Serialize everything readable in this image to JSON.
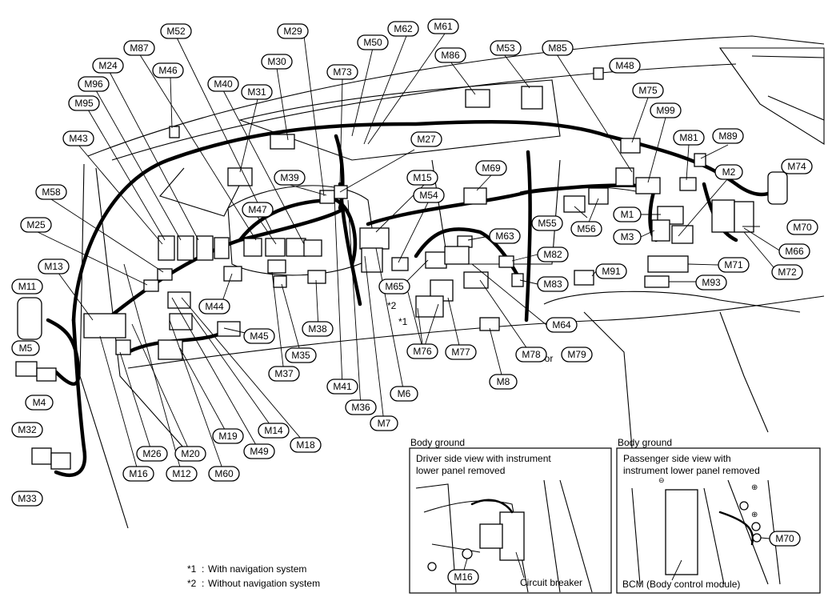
{
  "connectors": [
    {
      "id": "M52",
      "label": "M52"
    },
    {
      "id": "M29",
      "label": "M29"
    },
    {
      "id": "M50",
      "label": "M50"
    },
    {
      "id": "M62",
      "label": "M62"
    },
    {
      "id": "M61",
      "label": "M61"
    },
    {
      "id": "M53",
      "label": "M53"
    },
    {
      "id": "M85",
      "label": "M85"
    },
    {
      "id": "M87",
      "label": "M87"
    },
    {
      "id": "M30",
      "label": "M30"
    },
    {
      "id": "M86",
      "label": "M86"
    },
    {
      "id": "M48",
      "label": "M48"
    },
    {
      "id": "M24",
      "label": "M24"
    },
    {
      "id": "M46",
      "label": "M46"
    },
    {
      "id": "M73",
      "label": "M73"
    },
    {
      "id": "M96",
      "label": "M96"
    },
    {
      "id": "M40",
      "label": "M40"
    },
    {
      "id": "M31",
      "label": "M31"
    },
    {
      "id": "M75",
      "label": "M75"
    },
    {
      "id": "M95",
      "label": "M95"
    },
    {
      "id": "M99",
      "label": "M99"
    },
    {
      "id": "M43",
      "label": "M43"
    },
    {
      "id": "M27",
      "label": "M27"
    },
    {
      "id": "M81",
      "label": "M81"
    },
    {
      "id": "M89",
      "label": "M89"
    },
    {
      "id": "M69",
      "label": "M69"
    },
    {
      "id": "M74",
      "label": "M74"
    },
    {
      "id": "M15",
      "label": "M15"
    },
    {
      "id": "M39",
      "label": "M39"
    },
    {
      "id": "M2",
      "label": "M2"
    },
    {
      "id": "M58",
      "label": "M58"
    },
    {
      "id": "M54",
      "label": "M54"
    },
    {
      "id": "M47",
      "label": "M47"
    },
    {
      "id": "M55",
      "label": "M55"
    },
    {
      "id": "M56",
      "label": "M56"
    },
    {
      "id": "M1",
      "label": "M1"
    },
    {
      "id": "M25",
      "label": "M25"
    },
    {
      "id": "M70",
      "label": "M70"
    },
    {
      "id": "M3",
      "label": "M3"
    },
    {
      "id": "M63",
      "label": "M63"
    },
    {
      "id": "M66",
      "label": "M66"
    },
    {
      "id": "M13",
      "label": "M13"
    },
    {
      "id": "M82",
      "label": "M82"
    },
    {
      "id": "M71",
      "label": "M71"
    },
    {
      "id": "M72",
      "label": "M72"
    },
    {
      "id": "M11",
      "label": "M11"
    },
    {
      "id": "M65",
      "label": "M65"
    },
    {
      "id": "M91",
      "label": "M91"
    },
    {
      "id": "M93",
      "label": "M93"
    },
    {
      "id": "M44",
      "label": "M44"
    },
    {
      "id": "M83",
      "label": "M83"
    },
    {
      "id": "M64",
      "label": "M64"
    },
    {
      "id": "M45",
      "label": "M45"
    },
    {
      "id": "M38",
      "label": "M38"
    },
    {
      "id": "M5",
      "label": "M5"
    },
    {
      "id": "M35",
      "label": "M35"
    },
    {
      "id": "M76",
      "label": "M76"
    },
    {
      "id": "M77",
      "label": "M77"
    },
    {
      "id": "M78",
      "label": "M78"
    },
    {
      "id": "M79",
      "label": "M79"
    },
    {
      "id": "M37",
      "label": "M37"
    },
    {
      "id": "M4",
      "label": "M4"
    },
    {
      "id": "M41",
      "label": "M41"
    },
    {
      "id": "M8",
      "label": "M8"
    },
    {
      "id": "M6",
      "label": "M6"
    },
    {
      "id": "M36",
      "label": "M36"
    },
    {
      "id": "M7",
      "label": "M7"
    },
    {
      "id": "M14",
      "label": "M14"
    },
    {
      "id": "M18",
      "label": "M18"
    },
    {
      "id": "M19",
      "label": "M19"
    },
    {
      "id": "M32",
      "label": "M32"
    },
    {
      "id": "M26",
      "label": "M26"
    },
    {
      "id": "M20",
      "label": "M20"
    },
    {
      "id": "M49",
      "label": "M49"
    },
    {
      "id": "M16",
      "label": "M16"
    },
    {
      "id": "M12",
      "label": "M12"
    },
    {
      "id": "M60",
      "label": "M60"
    },
    {
      "id": "M33",
      "label": "M33"
    }
  ],
  "or_text": "or",
  "star_marks": {
    "star2": "*2",
    "star1": "*1"
  },
  "footnotes": [
    {
      "mark": "*1",
      "text": "With navigation system"
    },
    {
      "mark": "*2",
      "text": "Without navigation system"
    }
  ],
  "insets": {
    "driver": {
      "heading": "Body ground",
      "caption_line1": "Driver side view with instrument",
      "caption_line2": "lower panel removed",
      "connector_label": "M16",
      "part_label": "Circuit breaker"
    },
    "passenger": {
      "heading": "Body ground",
      "caption_line1": "Passenger side view with",
      "caption_line2": "instrument lower panel removed",
      "connector_label": "M70",
      "part_label": "BCM (Body control module)"
    }
  }
}
